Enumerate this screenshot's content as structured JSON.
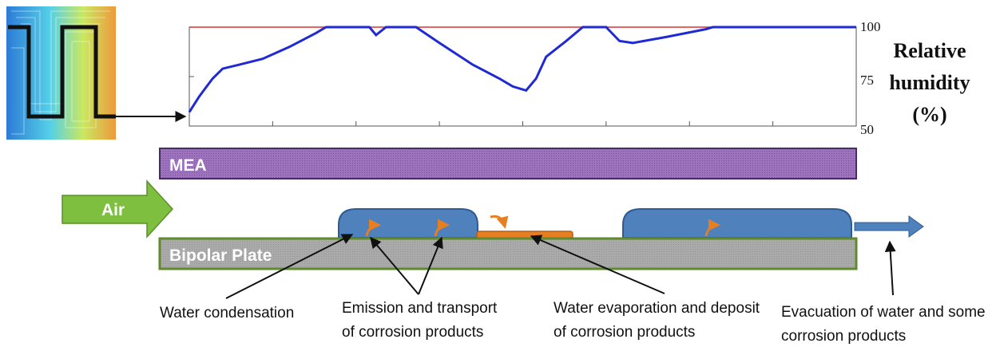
{
  "humidity_axis": {
    "title_lines": [
      "Relative",
      "humidity",
      "(%)"
    ],
    "ticks": [
      "100",
      "75",
      "50"
    ]
  },
  "chart_data": {
    "type": "line",
    "ylim": [
      50,
      100
    ],
    "series": [
      {
        "values": [
          [
            0,
            57
          ],
          [
            3,
            65
          ],
          [
            7,
            74
          ],
          [
            10,
            79
          ],
          [
            15,
            81
          ],
          [
            22,
            84
          ],
          [
            30,
            90
          ],
          [
            38,
            97
          ],
          [
            41,
            100
          ],
          [
            54,
            100
          ],
          [
            56,
            96
          ],
          [
            59,
            100
          ],
          [
            68,
            100
          ],
          [
            75,
            92
          ],
          [
            85,
            81
          ],
          [
            93,
            74
          ],
          [
            97,
            70
          ],
          [
            101,
            68
          ],
          [
            104,
            74
          ],
          [
            107,
            85
          ],
          [
            113,
            93
          ],
          [
            118,
            100
          ],
          [
            125,
            100
          ],
          [
            129,
            93
          ],
          [
            133,
            92
          ],
          [
            143,
            95
          ],
          [
            155,
            99
          ],
          [
            157,
            100
          ],
          [
            200,
            100
          ]
        ]
      },
      {
        "values": [
          [
            0,
            100
          ],
          [
            200,
            100
          ]
        ]
      }
    ]
  },
  "layers": {
    "mea": "MEA",
    "bipolar": "Bipolar Plate",
    "air": "Air"
  },
  "annotations": {
    "condensation": [
      "Water condensation"
    ],
    "emission": [
      "Emission and transport",
      "of corrosion products"
    ],
    "evaporation": [
      "Water evaporation and deposit",
      "of corrosion products"
    ],
    "evacuation": [
      "Evacuation of water and some",
      "corrosion products"
    ]
  },
  "colors": {
    "mea": "#8b5ca8",
    "bipolar": "#a6a6a6",
    "border_green": "#5f8a2e",
    "water": "#4f81bd",
    "air_arrow": "#7fbf3f",
    "orange": "#e67e22",
    "humidity_line": "#1f2ad4",
    "saturation_line": "#e03030"
  }
}
